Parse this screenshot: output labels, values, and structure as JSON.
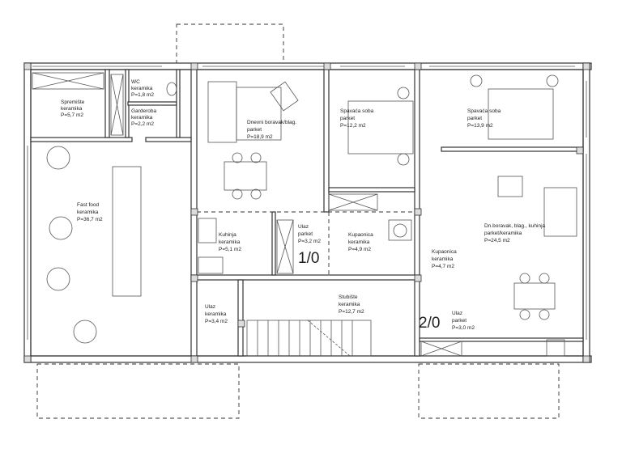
{
  "rooms": [
    {
      "name": "Spremište",
      "floor": "keramika",
      "area": "P=5,7 m2"
    },
    {
      "name": "WC",
      "floor": "keramika",
      "area": "P=1,8 m2"
    },
    {
      "name": "Garderoba",
      "floor": "keramika",
      "area": "P=2,2 m2"
    },
    {
      "name": "Dnevni boravak/blag.",
      "floor": "parket",
      "area": "P=18,9 m2"
    },
    {
      "name": "Spavaća soba",
      "floor": "parket",
      "area": "P=12,2 m2"
    },
    {
      "name": "Spavaća soba",
      "floor": "parket",
      "area": "P=13,9 m2"
    },
    {
      "name": "Fast food",
      "floor": "keramika",
      "area": "P=36,7 m2"
    },
    {
      "name": "Kuhinja",
      "floor": "keramika",
      "area": "P=5,1 m2"
    },
    {
      "name": "Ulaz",
      "floor": "parket",
      "area": "P=3,2 m2"
    },
    {
      "name": "Kupaonica",
      "floor": "keramika",
      "area": "P=4,9 m2"
    },
    {
      "name": "Kupaonica",
      "floor": "keramika",
      "area": "P=4,7 m2"
    },
    {
      "name": "Dn.boravak, blag., kuhinja",
      "floor": "parket/keramika",
      "area": "P=24,5 m2"
    },
    {
      "name": "Ulaz",
      "floor": "keramika",
      "area": "P=3,4 m2"
    },
    {
      "name": "Stubište",
      "floor": "keramika",
      "area": "P=12,7 m2"
    },
    {
      "name": "Ulaz",
      "floor": "parket",
      "area": "P=3,0 m2"
    }
  ],
  "units": [
    "1/0",
    "2/0"
  ]
}
